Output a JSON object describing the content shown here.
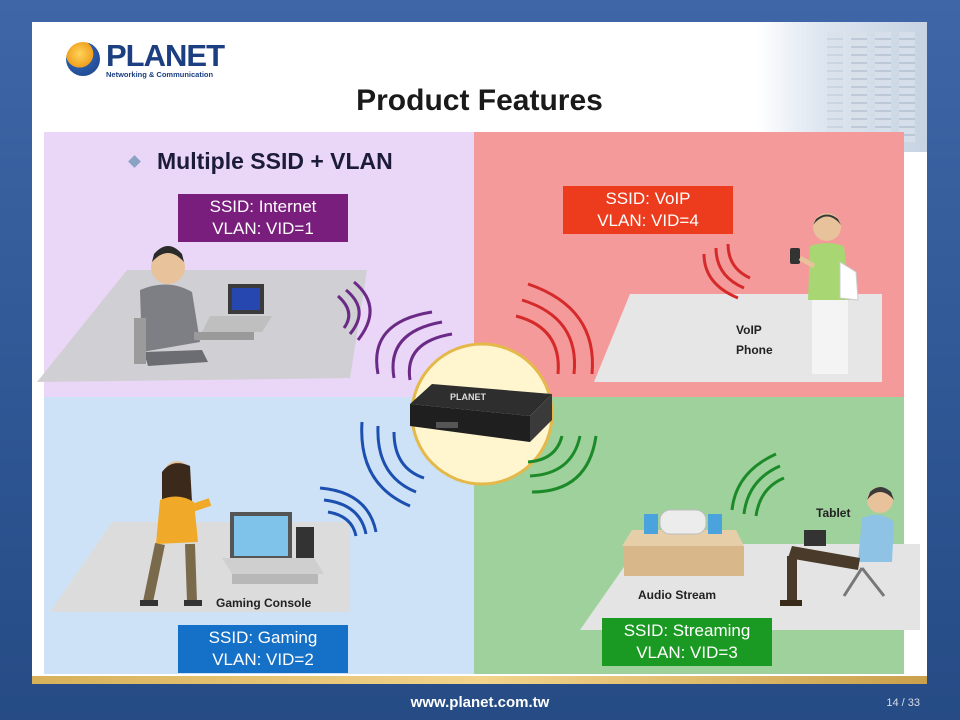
{
  "logo": {
    "name": "PLANET",
    "tagline": "Networking & Communication"
  },
  "slide": {
    "title": "Product Features",
    "bullet": "Multiple SSID + VLAN"
  },
  "groups": {
    "internet": {
      "ssid": "SSID: Internet",
      "vlan": "VLAN: VID=1",
      "color": "#7a1e7e"
    },
    "voip": {
      "ssid": "SSID: VoIP",
      "vlan": "VLAN: VID=4",
      "color": "#ec3b1d"
    },
    "gaming": {
      "ssid": "SSID: Gaming",
      "vlan": "VLAN: VID=2",
      "color": "#1570c7"
    },
    "streaming": {
      "ssid": "SSID: Streaming",
      "vlan": "VLAN: VID=3",
      "color": "#1b9a23"
    }
  },
  "scene_labels": {
    "voip_phone_line1": "VoIP",
    "voip_phone_line2": "Phone",
    "gaming_console": "Gaming Console",
    "tablet": "Tablet",
    "audio_stream": "Audio Stream"
  },
  "router": {
    "brand": "PLANET"
  },
  "footer": {
    "url": "www.planet.com.tw",
    "page": "14 / 33"
  },
  "colors": {
    "quadrant_internet": "#ead6f6",
    "quadrant_voip": "#f49a9a",
    "quadrant_gaming": "#cde2f6",
    "quadrant_streaming": "#9fd19c",
    "footer_bar": "#d7b15a"
  }
}
